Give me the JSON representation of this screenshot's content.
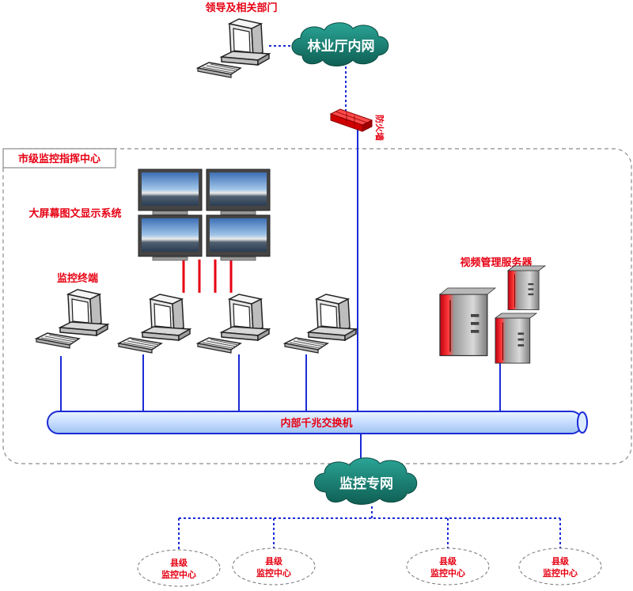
{
  "nodes": {
    "leaders": "领导及相关部门",
    "forestry_intranet": "林业厅内网",
    "firewall": "防火墙",
    "city_center": "市级监控指挥中心",
    "big_screen": "大屏幕图文显示系统",
    "terminals": "监控终端",
    "video_server": "视频管理服务器",
    "switch": "内部千兆交换机",
    "monitor_net": "监控专网"
  },
  "county_centers": [
    {
      "line1": "县级",
      "line2": "监控中心"
    },
    {
      "line1": "县级",
      "line2": "监控中心"
    },
    {
      "line1": "县级",
      "line2": "监控中心"
    },
    {
      "line1": "县级",
      "line2": "监控中心"
    }
  ],
  "colors": {
    "label_red": "#e60012",
    "link_blue": "#1b2bd6",
    "cloud_teal": "#167a6c",
    "bus_fill": "#cfe6ff"
  }
}
